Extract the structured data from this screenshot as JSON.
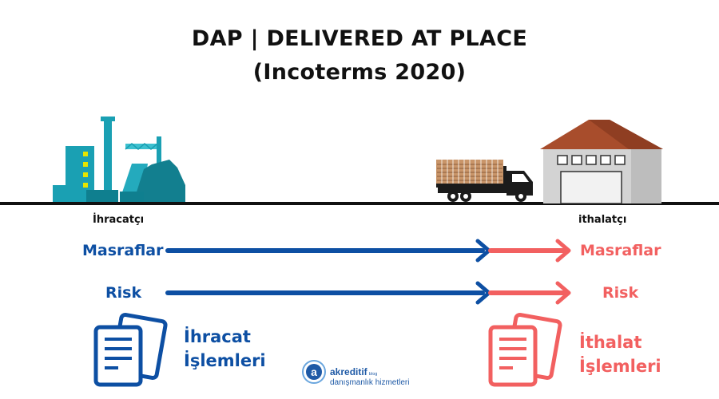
{
  "title": {
    "line1": "DAP | DELIVERED AT PLACE",
    "line2": "(Incoterms 2020)"
  },
  "parties": {
    "exporter": "İhracatçı",
    "importer": "ithalatçı"
  },
  "rows": {
    "costs": {
      "left": "Masraflar",
      "right": "Masraflar"
    },
    "risk": {
      "left": "Risk",
      "right": "Risk"
    }
  },
  "documents": {
    "export": {
      "line1": "İhracat",
      "line2": "İşlemleri"
    },
    "import": {
      "line1": "İthalat",
      "line2": "İşlemleri"
    }
  },
  "brand": {
    "name": "akreditif",
    "tag": "blog",
    "subtitle": "danışmanlık hizmetleri"
  },
  "colors": {
    "seller": "#0d4fa3",
    "buyer": "#f26060",
    "factory": "#1aa0b3",
    "roof": "#a84d2c",
    "ground": "#111111"
  },
  "icons": {
    "left": "factory-icon",
    "truck": "truck-icon",
    "right": "warehouse-icon",
    "document": "document-icon",
    "logo": "logo-icon"
  }
}
